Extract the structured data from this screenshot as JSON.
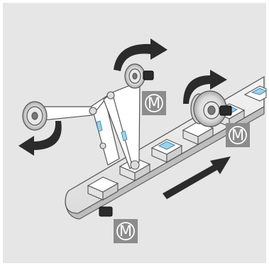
{
  "diagram": {
    "background_color": "#e6e6e6",
    "motor_badge_color": "#8c8c8c",
    "arrow_color": "#2b2b2b",
    "motors": [
      {
        "id": "conveyor-motor",
        "label": "M"
      },
      {
        "id": "unwind-reel-motor",
        "label": "M"
      },
      {
        "id": "label-reel-motor",
        "label": "M"
      }
    ],
    "icons": [
      "rotation-arrow-icon",
      "direction-arrow-icon",
      "motor-icon"
    ]
  }
}
